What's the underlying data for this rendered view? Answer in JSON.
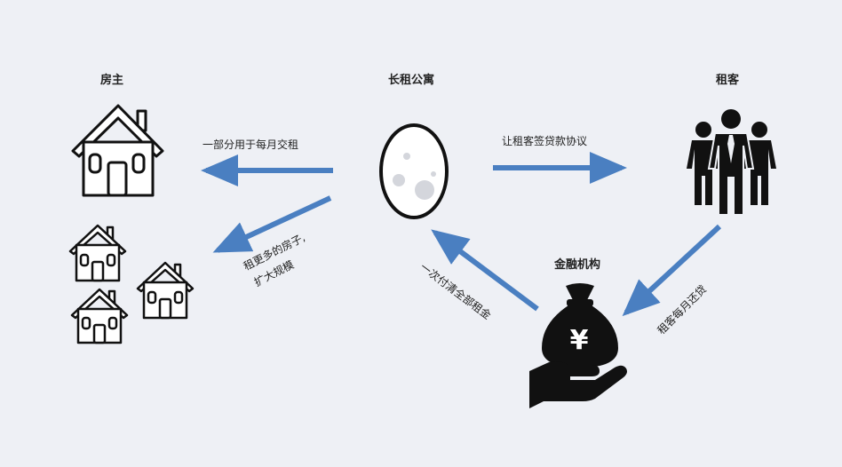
{
  "nodes": {
    "landlord": "房主",
    "apartment": "长租公寓",
    "tenant": "租客",
    "finance": "金融机构"
  },
  "edges": {
    "to_landlord": "一部分用于每月交租",
    "to_tenant": "让租客签贷款协议",
    "expand_line1": "租更多的房子,",
    "expand_line2": "扩大规模",
    "finance_to_apartment": "一次付清全部租金",
    "tenant_to_finance": "租客每月还贷"
  },
  "icons": {
    "currency_symbol": "¥"
  },
  "colors": {
    "arrow": "#4a7fc1",
    "background": "#eef0f5",
    "ink": "#111111"
  }
}
